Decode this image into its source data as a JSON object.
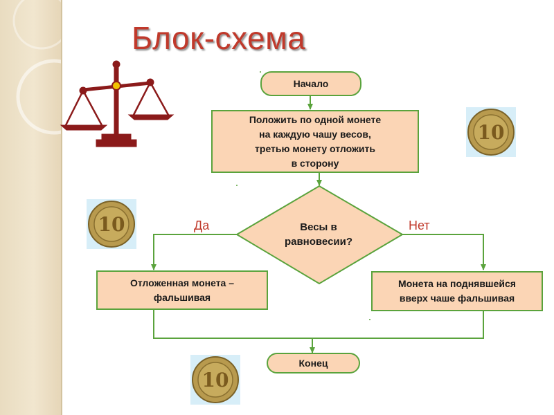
{
  "slide": {
    "title": "Блок-схема"
  },
  "flowchart": {
    "start": "Начало",
    "step1": "Положить по одной монете\nна каждую чашу весов,\nтретью монету отложить\nв сторону",
    "decision": "Весы в\nравновесии?",
    "yes_label": "Да",
    "no_label": "Нет",
    "yes_result": "Отложенная монета –\nфальшивая",
    "no_result": "Монета на поднявшейся\nвверх чаше фальшивая",
    "end": "Конец"
  },
  "images": {
    "scales": "balance-scale-icon",
    "coin": "ten-ruble-coin-icon",
    "coin_value": "10"
  },
  "colors": {
    "title": "#c0392b",
    "box_fill": "#fbd5b5",
    "box_border": "#5aa33c",
    "connector": "#5aa33c",
    "branch_label": "#c0392b",
    "scales": "#8b1a1a"
  }
}
